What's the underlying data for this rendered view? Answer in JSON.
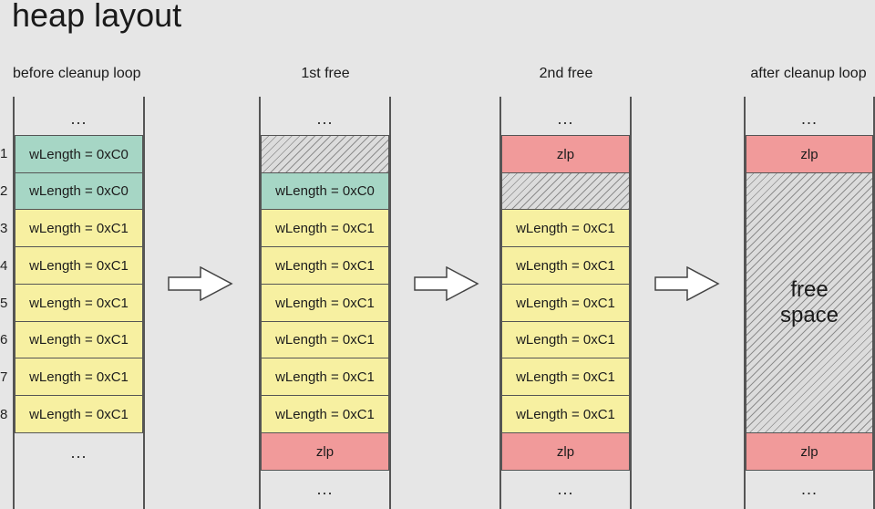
{
  "title": "heap layout",
  "columns": [
    {
      "label": "before cleanup loop",
      "top_dots": "...",
      "bottom_dots": "...",
      "cells": [
        "wLength = 0xC0",
        "wLength = 0xC0",
        "wLength = 0xC1",
        "wLength = 0xC1",
        "wLength = 0xC1",
        "wLength = 0xC1",
        "wLength = 0xC1",
        "wLength = 0xC1"
      ]
    },
    {
      "label": "1st free",
      "top_dots": "...",
      "bottom_dots": "...",
      "cells": [
        "",
        "wLength = 0xC0",
        "wLength = 0xC1",
        "wLength = 0xC1",
        "wLength = 0xC1",
        "wLength = 0xC1",
        "wLength = 0xC1",
        "wLength = 0xC1",
        "zlp"
      ]
    },
    {
      "label": "2nd free",
      "top_dots": "...",
      "bottom_dots": "...",
      "cells": [
        "zlp",
        "",
        "wLength = 0xC1",
        "wLength = 0xC1",
        "wLength = 0xC1",
        "wLength = 0xC1",
        "wLength = 0xC1",
        "wLength = 0xC1",
        "zlp"
      ]
    },
    {
      "label": "after cleanup loop",
      "top_dots": "...",
      "bottom_dots": "...",
      "cells": [
        "zlp",
        "zlp"
      ],
      "free_space": [
        "free",
        "space"
      ]
    }
  ],
  "row_numbers": [
    "1",
    "2",
    "3",
    "4",
    "5",
    "6",
    "7",
    "8"
  ],
  "colors": {
    "green": "#a6d6c5",
    "yellow": "#f7f0a1",
    "red": "#f19a9a",
    "free_hatch": "#dcdcdc"
  }
}
